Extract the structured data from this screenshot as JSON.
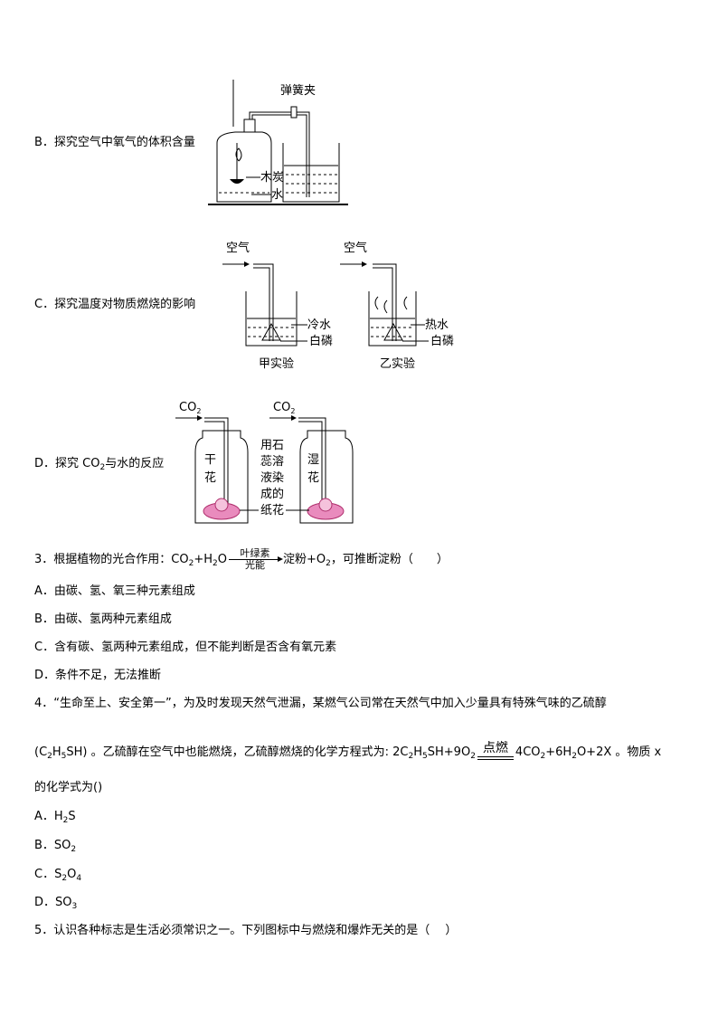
{
  "q2_options": {
    "B": {
      "label": "B．探究空气中氧气的体积含量",
      "diagram": {
        "clamp": "弹簧夹",
        "charcoal": "木炭",
        "water": "水"
      }
    },
    "C": {
      "label": "C．探究温度对物质燃烧的影响",
      "diagram": {
        "air1": "空气",
        "air2": "空气",
        "cold_water": "冷水",
        "hot_water": "热水",
        "phosphorus1": "白磷",
        "phosphorus2": "白磷",
        "exp1": "甲实验",
        "exp2": "乙实验"
      }
    },
    "D": {
      "label_prefix": "D．探究 CO",
      "label_sub": "2",
      "label_suffix": "与水的反应",
      "diagram": {
        "co2_1": "CO",
        "co2_2": "CO",
        "sub": "2",
        "dry": [
          "干",
          "花"
        ],
        "wet": [
          "湿",
          "花"
        ],
        "note": [
          "用石",
          "蕊溶",
          "液染",
          "成的",
          "纸花"
        ]
      }
    }
  },
  "q3": {
    "stem_a": "3．根据植物的光合作用：CO",
    "stem_b": "+H",
    "stem_c": "O",
    "cond_top": "叶绿素",
    "cond_bottom": "光能",
    "stem_d": "淀粉+O",
    "stem_e": "，可推断淀粉（　　）",
    "sub2": "2",
    "options": [
      "A．由碳、氢、氧三种元素组成",
      "B．由碳、氢两种元素组成",
      "C．含有碳、氢两种元素组成，但不能判断是否含有氧元素",
      "D．条件不足，无法推断"
    ]
  },
  "q4": {
    "line1": "4．“生命至上、安全第一”，为及时发现天然气泄漏，某燃气公司常在天然气中加入少量具有特殊气味的乙硫醇",
    "line2_a": "(C",
    "line2_b": "H",
    "line2_c": "SH) 。乙硫醇在空气中也能燃烧，乙硫醇燃烧的化学方程式为: 2C",
    "line2_d": "H",
    "line2_e": "SH+9O",
    "cond": "点燃",
    "line2_f": "4CO",
    "line2_g": "+6H",
    "line2_h": "O+2X 。物质 x",
    "line3": "的化学式为()",
    "s2": "2",
    "s5": "5",
    "options": [
      {
        "pre": "A．H",
        "sub": "2",
        "post": "S"
      },
      {
        "pre": "B．SO",
        "sub": "2",
        "post": ""
      },
      {
        "pre": "C．S",
        "sub": "2",
        "mid": "O",
        "sub2": "4"
      },
      {
        "pre": "D．SO",
        "sub": "3",
        "post": ""
      }
    ]
  },
  "q5": {
    "stem": "5．认识各种标志是生活必须常识之一。下列图标中与燃烧和爆炸无关的是（　 ）"
  }
}
